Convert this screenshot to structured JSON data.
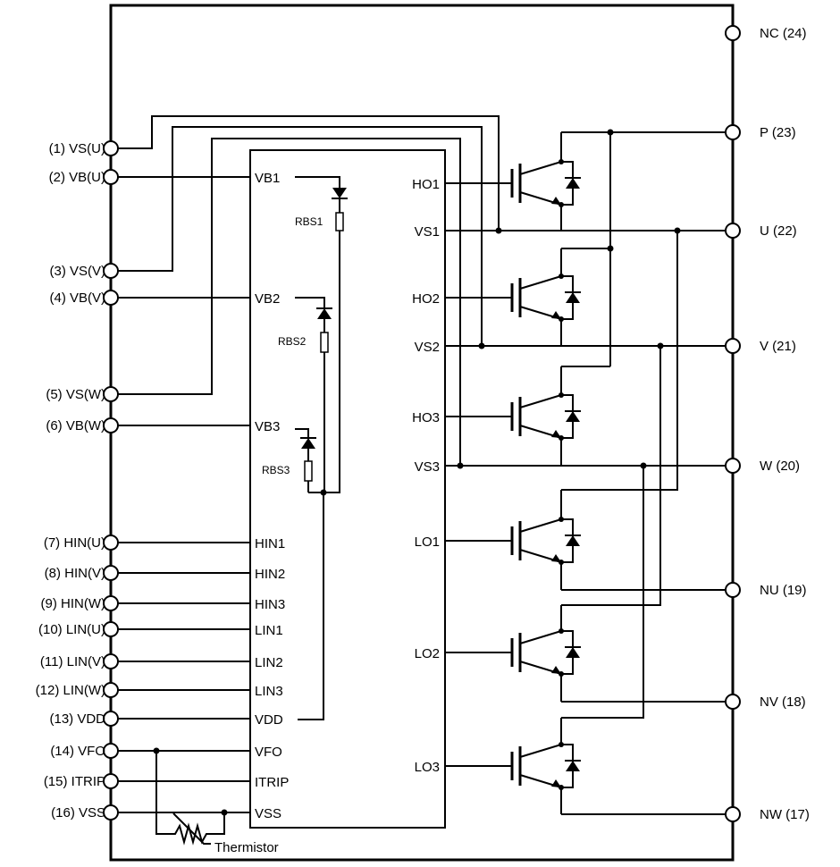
{
  "left_pins": [
    {
      "label": "(1) VS(U)"
    },
    {
      "label": "(2) VB(U)"
    },
    {
      "label": "(3) VS(V)"
    },
    {
      "label": "(4) VB(V)"
    },
    {
      "label": "(5) VS(W)"
    },
    {
      "label": "(6) VB(W)"
    },
    {
      "label": "(7) HIN(U)"
    },
    {
      "label": "(8) HIN(V)"
    },
    {
      "label": "(9) HIN(W)"
    },
    {
      "label": "(10) LIN(U)"
    },
    {
      "label": "(11) LIN(V)"
    },
    {
      "label": "(12) LIN(W)"
    },
    {
      "label": "(13) VDD"
    },
    {
      "label": "(14) VFO"
    },
    {
      "label": "(15) ITRIP"
    },
    {
      "label": "(16) VSS"
    }
  ],
  "right_pins": [
    {
      "label": "NC (24)"
    },
    {
      "label": "P (23)"
    },
    {
      "label": "U (22)"
    },
    {
      "label": "V (21)"
    },
    {
      "label": "W (20)"
    },
    {
      "label": "NU (19)"
    },
    {
      "label": "NV (18)"
    },
    {
      "label": "NW (17)"
    }
  ],
  "ic_left_labels": [
    "VB1",
    "VB2",
    "VB3",
    "HIN1",
    "HIN2",
    "HIN3",
    "LIN1",
    "LIN2",
    "LIN3",
    "VDD",
    "VFO",
    "ITRIP",
    "VSS"
  ],
  "ic_right_labels": [
    "HO1",
    "VS1",
    "HO2",
    "VS2",
    "HO3",
    "VS3",
    "LO1",
    "LO2",
    "LO3"
  ],
  "resistors": [
    "RBS1",
    "RBS2",
    "RBS3"
  ],
  "thermistor": "Thermistor"
}
